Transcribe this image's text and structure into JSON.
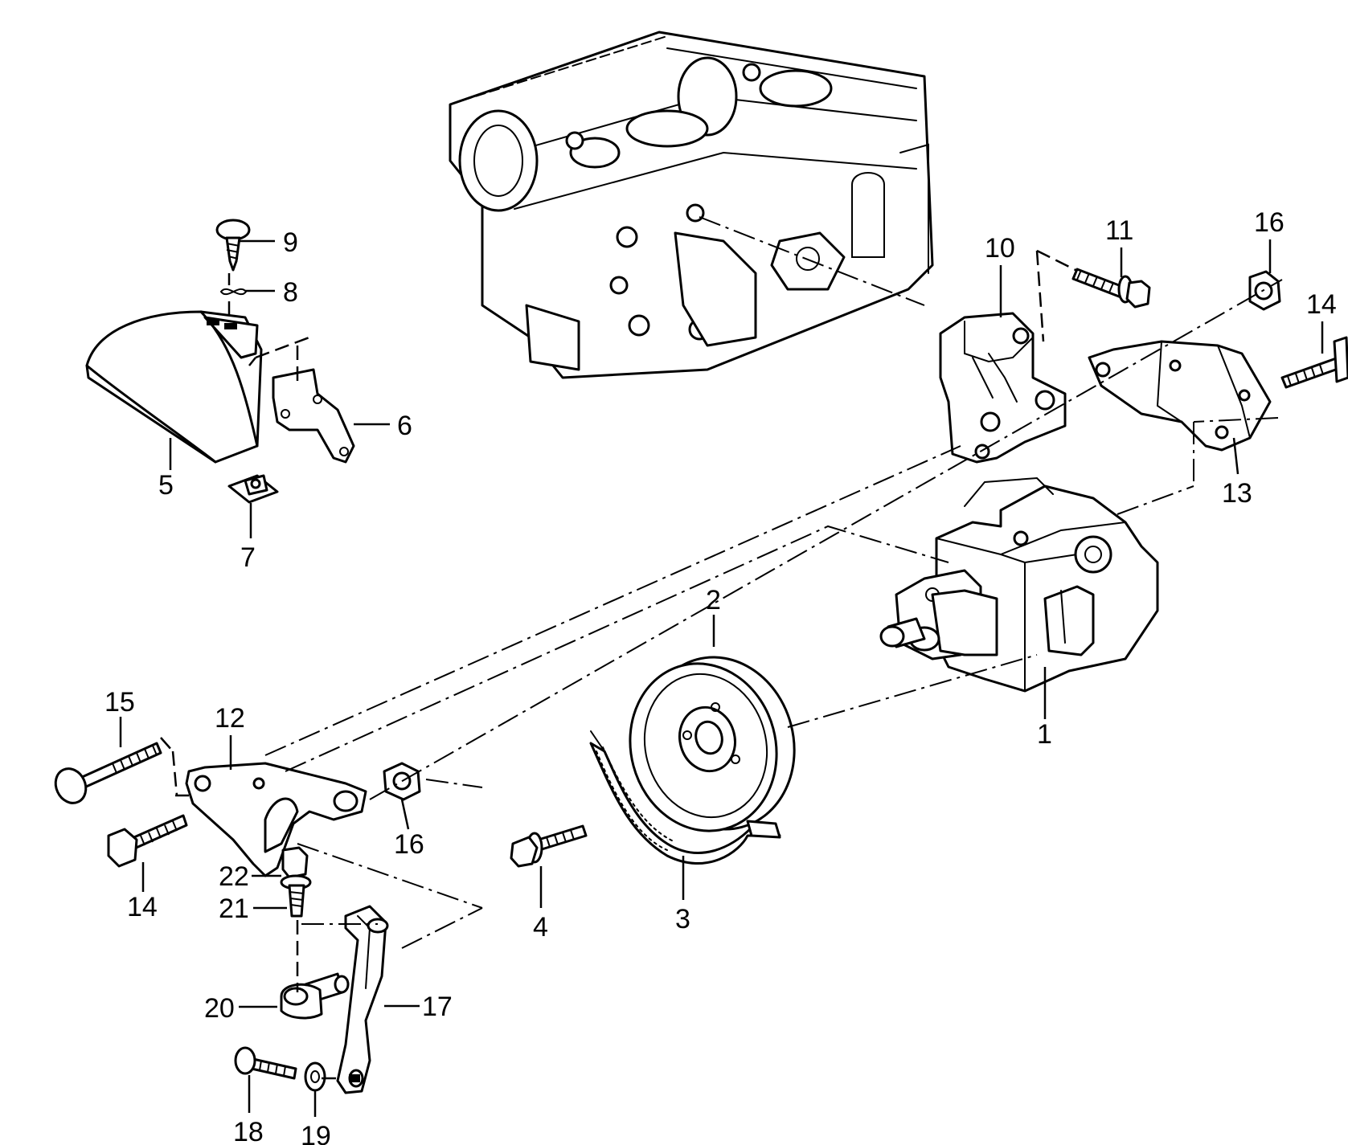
{
  "diagram": {
    "callouts": [
      {
        "id": "1",
        "label": "1"
      },
      {
        "id": "2",
        "label": "2"
      },
      {
        "id": "3",
        "label": "3"
      },
      {
        "id": "4",
        "label": "4"
      },
      {
        "id": "5",
        "label": "5"
      },
      {
        "id": "6",
        "label": "6"
      },
      {
        "id": "7",
        "label": "7"
      },
      {
        "id": "8",
        "label": "8"
      },
      {
        "id": "9",
        "label": "9"
      },
      {
        "id": "10",
        "label": "10"
      },
      {
        "id": "11",
        "label": "11"
      },
      {
        "id": "12",
        "label": "12"
      },
      {
        "id": "13",
        "label": "13"
      },
      {
        "id": "14a",
        "label": "14"
      },
      {
        "id": "14b",
        "label": "14"
      },
      {
        "id": "15",
        "label": "15"
      },
      {
        "id": "16a",
        "label": "16"
      },
      {
        "id": "16b",
        "label": "16"
      },
      {
        "id": "17",
        "label": "17"
      },
      {
        "id": "18",
        "label": "18"
      },
      {
        "id": "19",
        "label": "19"
      },
      {
        "id": "20",
        "label": "20"
      },
      {
        "id": "21",
        "label": "21"
      },
      {
        "id": "22",
        "label": "22"
      }
    ]
  }
}
